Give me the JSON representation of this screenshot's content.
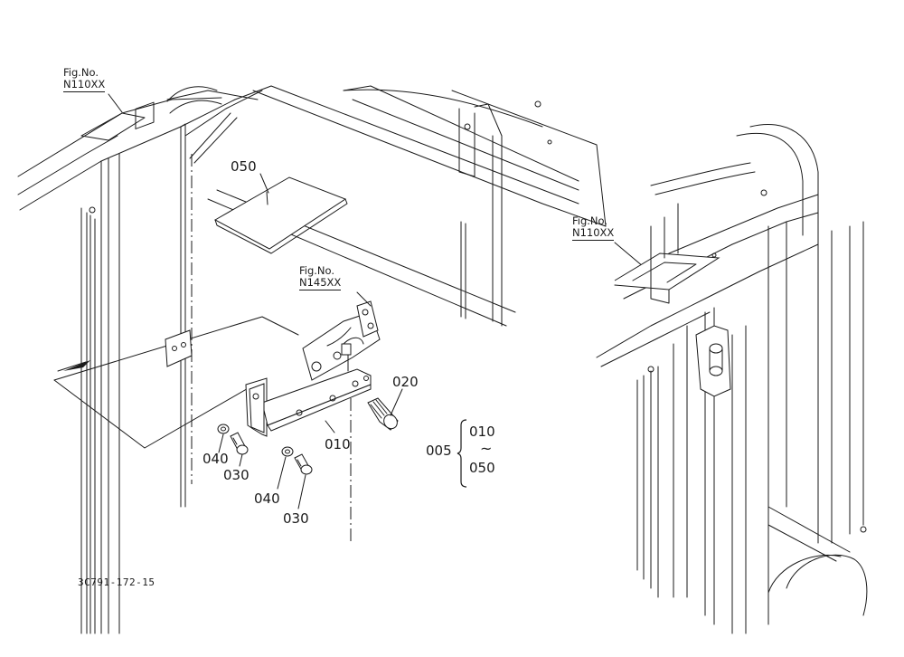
{
  "fig_refs": {
    "top_left": {
      "prefix": "Fig.No.",
      "number": "N110XX"
    },
    "right": {
      "prefix": "Fig.No.",
      "number": "N110XX"
    },
    "hinge": {
      "prefix": "Fig.No.",
      "number": "N145XX"
    }
  },
  "callouts": {
    "p050": "050",
    "p020": "020",
    "p010": "010",
    "p040a": "040",
    "p030a": "030",
    "p040b": "040",
    "p030b": "030"
  },
  "assembly": {
    "label": "005",
    "from": "010",
    "tilde": "~",
    "to": "050"
  },
  "drawing_code": "3C791-172-15"
}
